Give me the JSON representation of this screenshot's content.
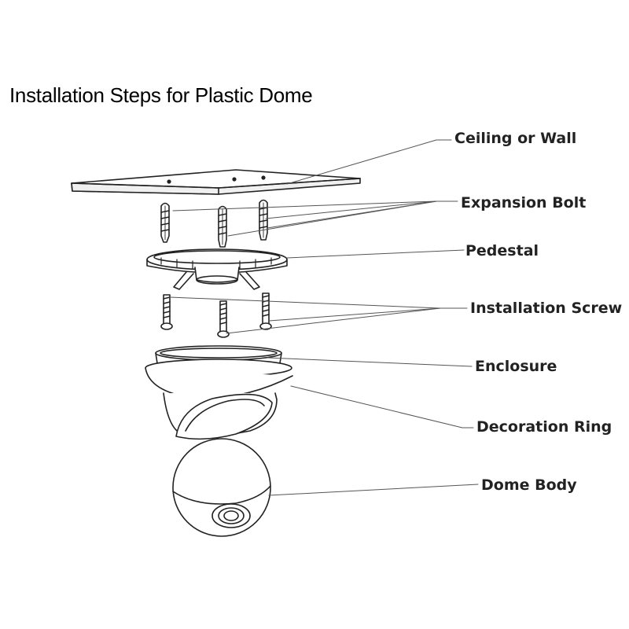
{
  "title": "Installation Steps for Plastic Dome",
  "labels": {
    "ceiling": "Ceiling or Wall",
    "expansion_bolt": "Expansion Bolt",
    "pedestal": "Pedestal",
    "installation_screw": "Installation Screw",
    "enclosure": "Enclosure",
    "decoration_ring": "Decoration Ring",
    "dome_body": "Dome Body"
  },
  "colors": {
    "line": "#222222",
    "leader": "#555555",
    "background": "#ffffff"
  }
}
